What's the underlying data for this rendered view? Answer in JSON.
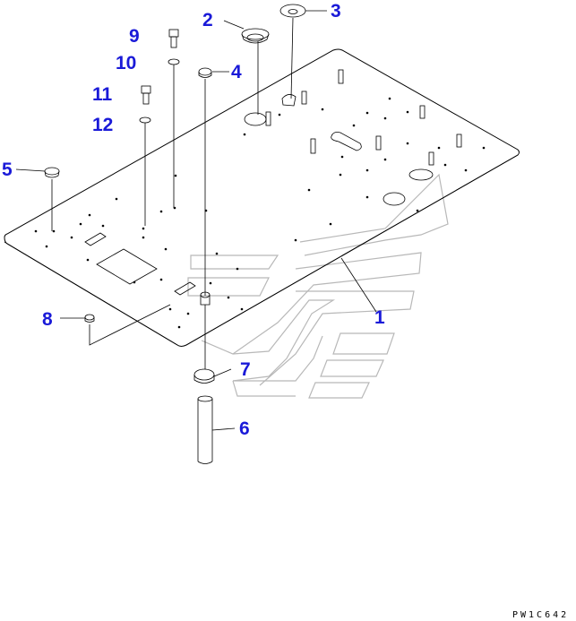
{
  "diagram": {
    "callouts": [
      "1",
      "2",
      "3",
      "4",
      "5",
      "6",
      "7",
      "8",
      "9",
      "10",
      "11",
      "12"
    ],
    "drawing_code": "PW1C642"
  }
}
